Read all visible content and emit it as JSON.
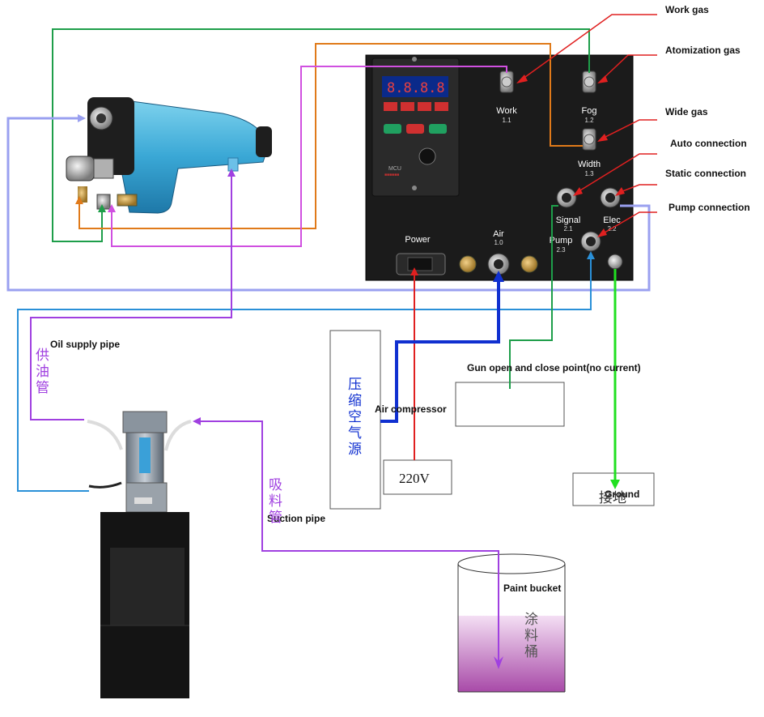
{
  "labels": {
    "work_gas": "Work gas",
    "atomization_gas": "Atomization gas",
    "wide_gas": "Wide gas",
    "auto_connection": "Auto connection",
    "static_connection": "Static connection",
    "pump_connection": "Pump connection",
    "oil_supply_pipe": "Oil supply pipe",
    "air_compressor": "Air compressor",
    "gun_point": "Gun open and close point(no current)",
    "ground": "Ground",
    "suction_pipe": "Suction pipe",
    "paint_bucket": "Paint bucket"
  },
  "panel": {
    "power": "Power",
    "air": "Air",
    "air_num": "1.0",
    "work": "Work",
    "work_num": "1.1",
    "fog": "Fog",
    "fog_num": "1.2",
    "width": "Width",
    "width_num": "1.3",
    "signal": "Signal",
    "signal_num": "2.1",
    "elec": "Elec",
    "elec_num": "2.2",
    "pump": "Pump",
    "pump_num": "2.3",
    "mcu": "MCU"
  },
  "cn": {
    "oil_pipe": [
      "供",
      "油",
      "管"
    ],
    "compressor": [
      "压",
      "缩",
      "空",
      "气",
      "源"
    ],
    "suction": [
      "吸",
      "料",
      "管"
    ],
    "ground": "接地",
    "bucket": [
      "涂",
      "料",
      "桶"
    ]
  },
  "boxes": {
    "voltage": "220V"
  },
  "colors": {
    "green": "#1e9e4a",
    "orange": "#e07a1a",
    "magenta": "#d050e0",
    "lavender": "#9aa0f0",
    "red": "#e02020",
    "blue": "#1030d0",
    "cyan": "#2a90d8",
    "lime": "#20e020",
    "purple": "#a040e0"
  }
}
